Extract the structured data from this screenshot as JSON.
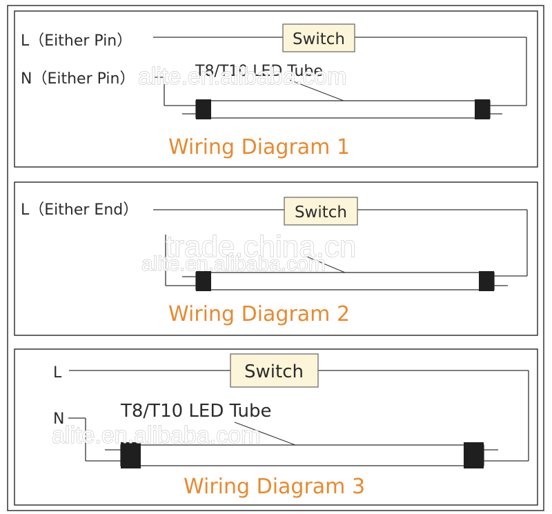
{
  "colors": {
    "line": "#333333",
    "switch_fill": "#fcf5d9",
    "switch_border": "#6d6d6d",
    "caption": "#e8892f",
    "end_cap": "#1f1f1f"
  },
  "icons": {
    "switch": "switch-box",
    "tube": "led-tube",
    "end_cap": "tube-end-cap-with-pins"
  },
  "diagram1": {
    "l_label": "L（Either  Pin）",
    "n_label": "N（Either Pin）",
    "switch_label": "Switch",
    "tube_label": "T8/T10 LED Tube",
    "caption": "Wiring Diagram 1"
  },
  "diagram2": {
    "l_label": "L（Either End）",
    "switch_label": "Switch",
    "caption": "Wiring Diagram 2"
  },
  "diagram3": {
    "l_label": "L",
    "n_label": "N",
    "switch_label": "Switch",
    "tube_label": "T8/T10 LED Tube",
    "caption": "Wiring Diagram 3"
  },
  "watermarks": {
    "alite": "alite.en.alibaba.com",
    "trade": "trade.china.cn"
  }
}
